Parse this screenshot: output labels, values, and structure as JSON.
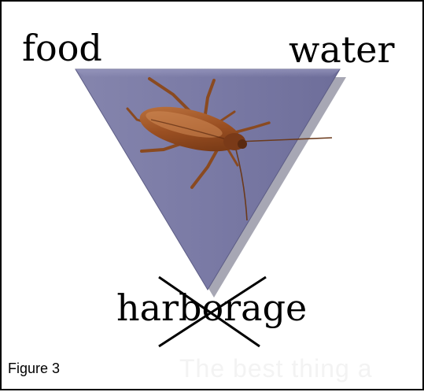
{
  "diagram": {
    "labels": {
      "top_left": "food",
      "top_right": "water",
      "bottom": "harborage"
    },
    "bottom_label_crossed_out": true,
    "triangle_color": "#7f7fa8",
    "cross_color": "#000000",
    "center_image": "cockroach"
  },
  "caption": {
    "text": "Figure 3"
  },
  "faint_text": {
    "text": "The best thing a"
  }
}
